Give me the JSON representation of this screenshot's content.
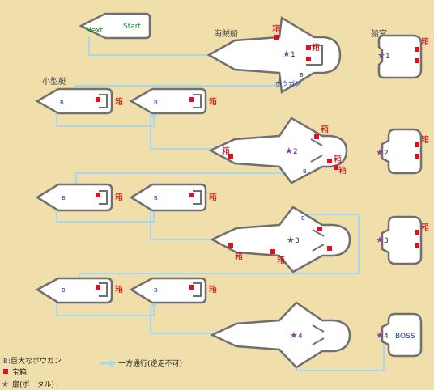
{
  "labels": {
    "pirate_ship": "海賊船",
    "cabin": "船室",
    "small_boat": "小型艇",
    "bowgun": "ボウガン",
    "next": "Next",
    "start": "Start",
    "boss": "BOSS",
    "chest": "箱",
    "b": "B"
  },
  "portals": [
    "1",
    "2",
    "3",
    "4"
  ],
  "legend": {
    "b_glyph": "B",
    "b_text": ":巨大なボウガン",
    "chest_text": ":宝箱",
    "star_glyph": "★",
    "star_text": ":扉(ポータル)",
    "arrow_text": "一方通行(逆走不可)"
  },
  "colors": {
    "background": "#f1dfab",
    "ship_fill": "#ffffff",
    "ship_stroke": "#707070",
    "arrow": "#a8d8f0",
    "chest_marker": "#e01020",
    "portal_star": "#8a3fa0",
    "bowgun_text": "#1a3aa0",
    "start_text": "#0a8a2a",
    "boss_text": "#1a3aa0",
    "chest_label": "#c00010"
  }
}
